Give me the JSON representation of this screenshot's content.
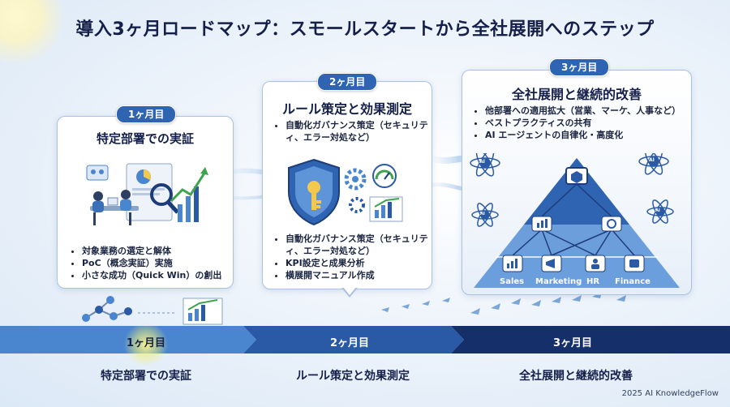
{
  "title": "導入3ヶ月ロードマップ：スモールスタートから全社展開へのステップ",
  "phases": [
    {
      "badge": "1ヶ月目",
      "card_title": "特定部署での実証",
      "bullets": [
        "対象業務の選定と解体",
        "PoC（概念実証）実施",
        "小さな成功（Quick Win）の創出"
      ]
    },
    {
      "badge": "2ヶ月目",
      "card_title": "ルール策定と効果測定",
      "top_bullets": [
        "自動化ガバナンス策定（セキュリティ、エラー対処など）"
      ],
      "bullets": [
        "自動化ガバナンス策定（セキュリティ、エラー対処など）",
        "KPI設定と成果分析",
        "横展開マニュアル作成"
      ]
    },
    {
      "badge": "3ヶ月目",
      "card_title": "全社展開と継続的改善",
      "bullets": [
        "他部署への適用拡大（営業、マーケ、人事など）",
        "ベストプラクティスの共有",
        "AI エージェントの自律化・高度化"
      ],
      "departments": [
        "Sales",
        "Marketing",
        "HR",
        "Finance"
      ],
      "ai_label": "AI"
    }
  ],
  "timeline": {
    "segments": [
      "1ヶ月目",
      "2ヶ月目",
      "3ヶ月目"
    ],
    "labels": [
      "特定部署での実証",
      "ルール策定と効果測定",
      "全社展開と継続的改善"
    ],
    "colors": [
      "#4a86cf",
      "#2a5aa6",
      "#152f6b"
    ]
  },
  "credit": "2025 AI KnowledgeFlow",
  "colors": {
    "accent": "#2f64b2",
    "dark": "#15204a",
    "gold": "#f2c94c"
  }
}
